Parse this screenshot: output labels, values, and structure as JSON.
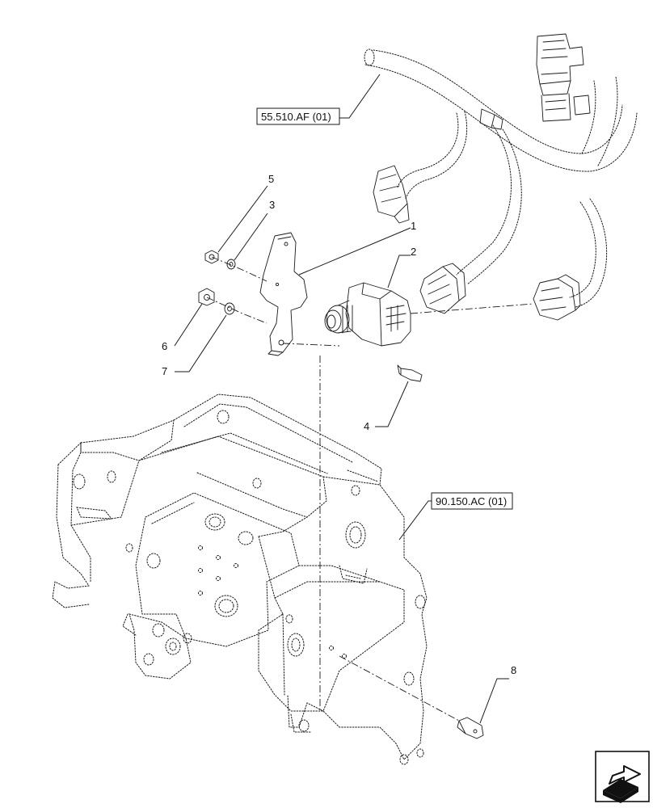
{
  "callouts": [
    {
      "id": "1",
      "label": "1"
    },
    {
      "id": "2",
      "label": "2"
    },
    {
      "id": "3",
      "label": "3"
    },
    {
      "id": "4",
      "label": "4"
    },
    {
      "id": "5",
      "label": "5"
    },
    {
      "id": "6",
      "label": "6"
    },
    {
      "id": "7",
      "label": "7"
    },
    {
      "id": "8",
      "label": "8"
    }
  ],
  "references": {
    "harness": "55.510.AF (01)",
    "frame": "90.150.AC (01)"
  },
  "nav_icon": "next-page-arrow-icon"
}
